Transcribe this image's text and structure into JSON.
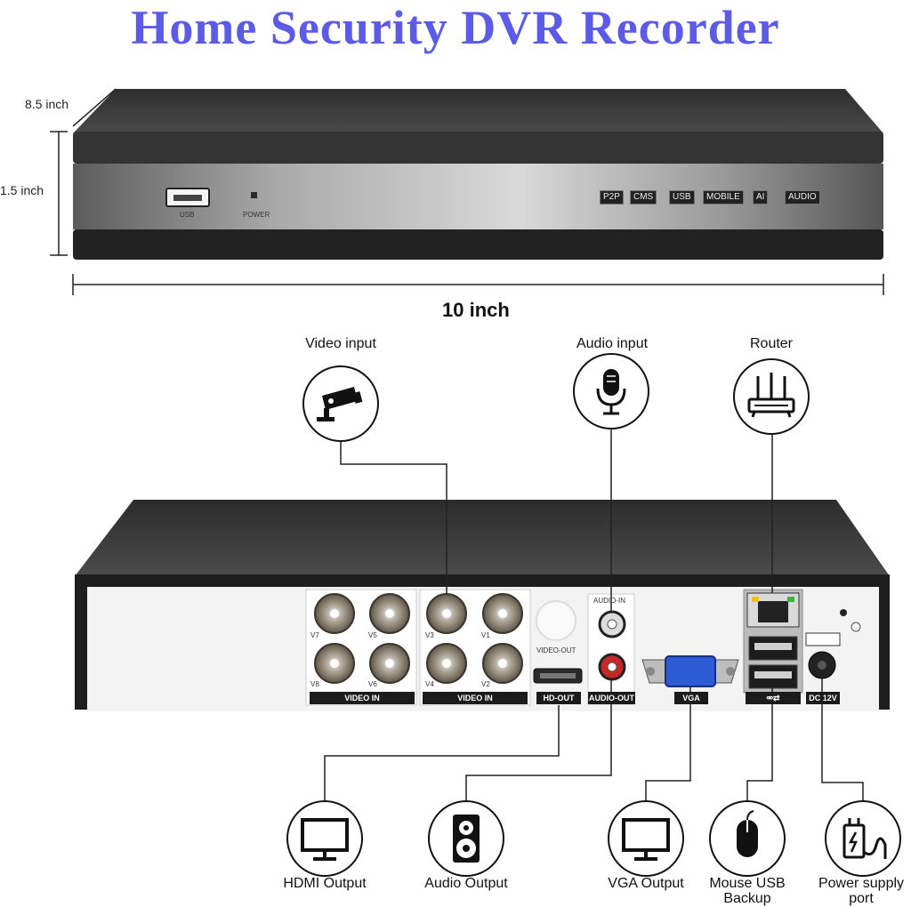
{
  "title": "Home Security DVR Recorder",
  "dimensions": {
    "depth": "8.5 inch",
    "height": "1.5 inch",
    "width": "10 inch"
  },
  "front_panel": {
    "usb_label": "USB",
    "power_label": "POWER",
    "badges": [
      "P2P",
      "CMS",
      "USB",
      "MOBILE",
      "AI",
      "AUDIO"
    ]
  },
  "rear_panel": {
    "bnc_labels": [
      "V7",
      "V5",
      "V3",
      "V1",
      "V8",
      "V6",
      "V4",
      "V2"
    ],
    "video_in_strip": "VIDEO IN",
    "video_out_label": "VIDEO-OUT",
    "audio_in_label": "AUDIO-IN",
    "hd_out_strip": "HD-OUT",
    "audio_out_strip": "AUDIO-OUT",
    "vga_strip": "VGA",
    "dc_strip": "DC 12V"
  },
  "callouts": {
    "video_input": {
      "label": "Video input",
      "icon": "cctv-camera-icon"
    },
    "audio_input": {
      "label": "Audio input",
      "icon": "microphone-icon"
    },
    "router": {
      "label": "Router",
      "icon": "router-icon"
    },
    "hdmi_output": {
      "label": "HDMI Output",
      "icon": "monitor-icon"
    },
    "audio_output": {
      "label": "Audio Output",
      "icon": "speaker-icon"
    },
    "vga_output": {
      "label": "VGA Output",
      "icon": "monitor-icon"
    },
    "mouse_usb": {
      "label": "Mouse USB Backup",
      "icon": "mouse-icon"
    },
    "power_supply": {
      "label": "Power supply port",
      "icon": "power-adapter-icon"
    }
  },
  "colors": {
    "title": "#5b5be8",
    "chassis": "#3a3a3a",
    "panel": "#f2f2f2"
  }
}
